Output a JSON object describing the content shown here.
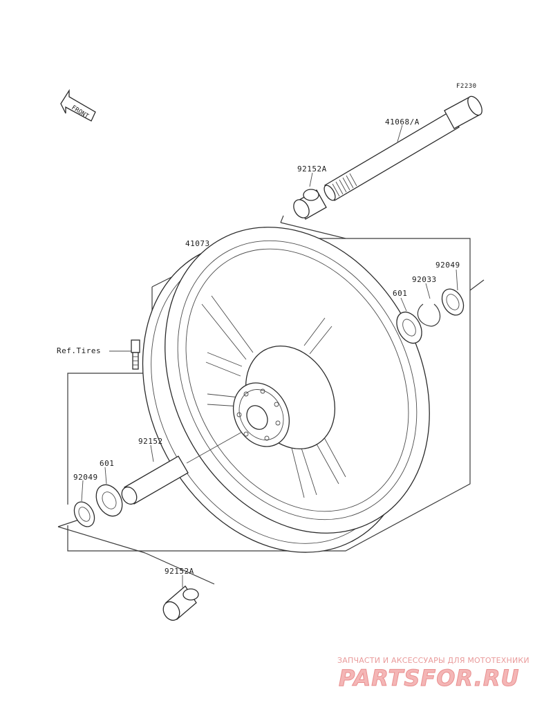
{
  "diagram_code": "F2230",
  "front_arrow_label": "FRONT",
  "labels": {
    "axle": "41068/A",
    "collar_top": "92152A",
    "wheel": "41073",
    "seal_right": "92049",
    "circlip": "92033",
    "bearing_right": "601",
    "ref_tires": "Ref.Tires",
    "spacer": "92152",
    "bearing_left": "601",
    "seal_left": "92049",
    "collar_bottom": "92152A"
  },
  "watermark": {
    "tagline": "ЗАПЧАСТИ И АКСЕССУАРЫ ДЛЯ МОТОТЕХНИКИ",
    "brand": "PARTSFOR.RU"
  }
}
